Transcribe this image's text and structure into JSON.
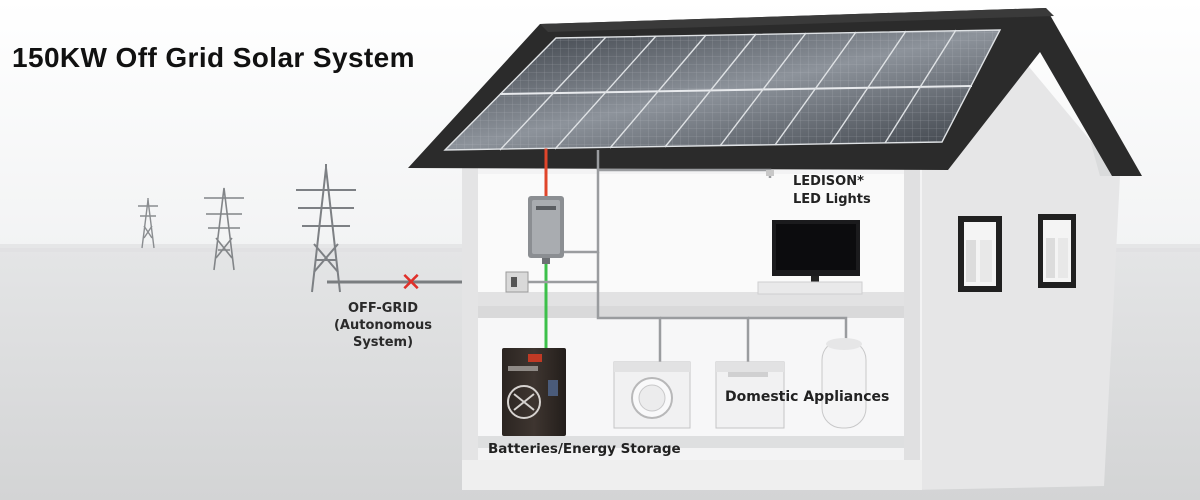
{
  "title": "150KW Off Grid Solar System",
  "grid_connection": {
    "status_line1": "OFF-GRID",
    "status_line2": "(Autonomous",
    "status_line3": "System)",
    "disconnect_symbol": "✕"
  },
  "lighting": {
    "brand_line": "LEDISON*",
    "product_line": "LED Lights"
  },
  "appliances_label": "Domestic Appliances",
  "storage_label": "Batteries/Energy Storage",
  "colors": {
    "pv_wire": "#e0452b",
    "battery_wire": "#3cc04a",
    "disconnect": "#e0302a",
    "roof": "#2b2b2b",
    "house_wall": "#ececec"
  }
}
